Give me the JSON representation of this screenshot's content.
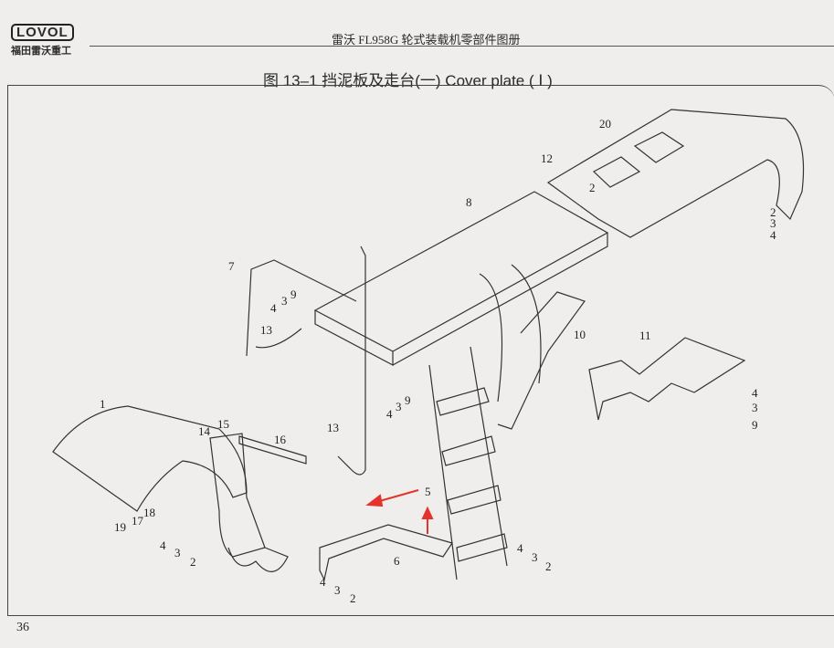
{
  "header": {
    "logo": "LOVOL",
    "logo_cn": "福田雷沃重工",
    "book_title": "雷沃 FL958G 轮式装载机零部件图册"
  },
  "figure": {
    "title": "图 13–1   挡泥板及走台(一)   Cover plate ( Ⅰ )"
  },
  "callouts": [
    "20",
    "12",
    "2",
    "8",
    "2",
    "3",
    "4",
    "7",
    "9",
    "3",
    "4",
    "13",
    "10",
    "11",
    "1",
    "9",
    "3",
    "4",
    "13",
    "14",
    "15",
    "16",
    "4",
    "3",
    "9",
    "5",
    "18",
    "17",
    "19",
    "4",
    "3",
    "2",
    "6",
    "4",
    "3",
    "2",
    "4",
    "3",
    "2"
  ],
  "annotation_color": "#e5322d",
  "page_number": "36"
}
